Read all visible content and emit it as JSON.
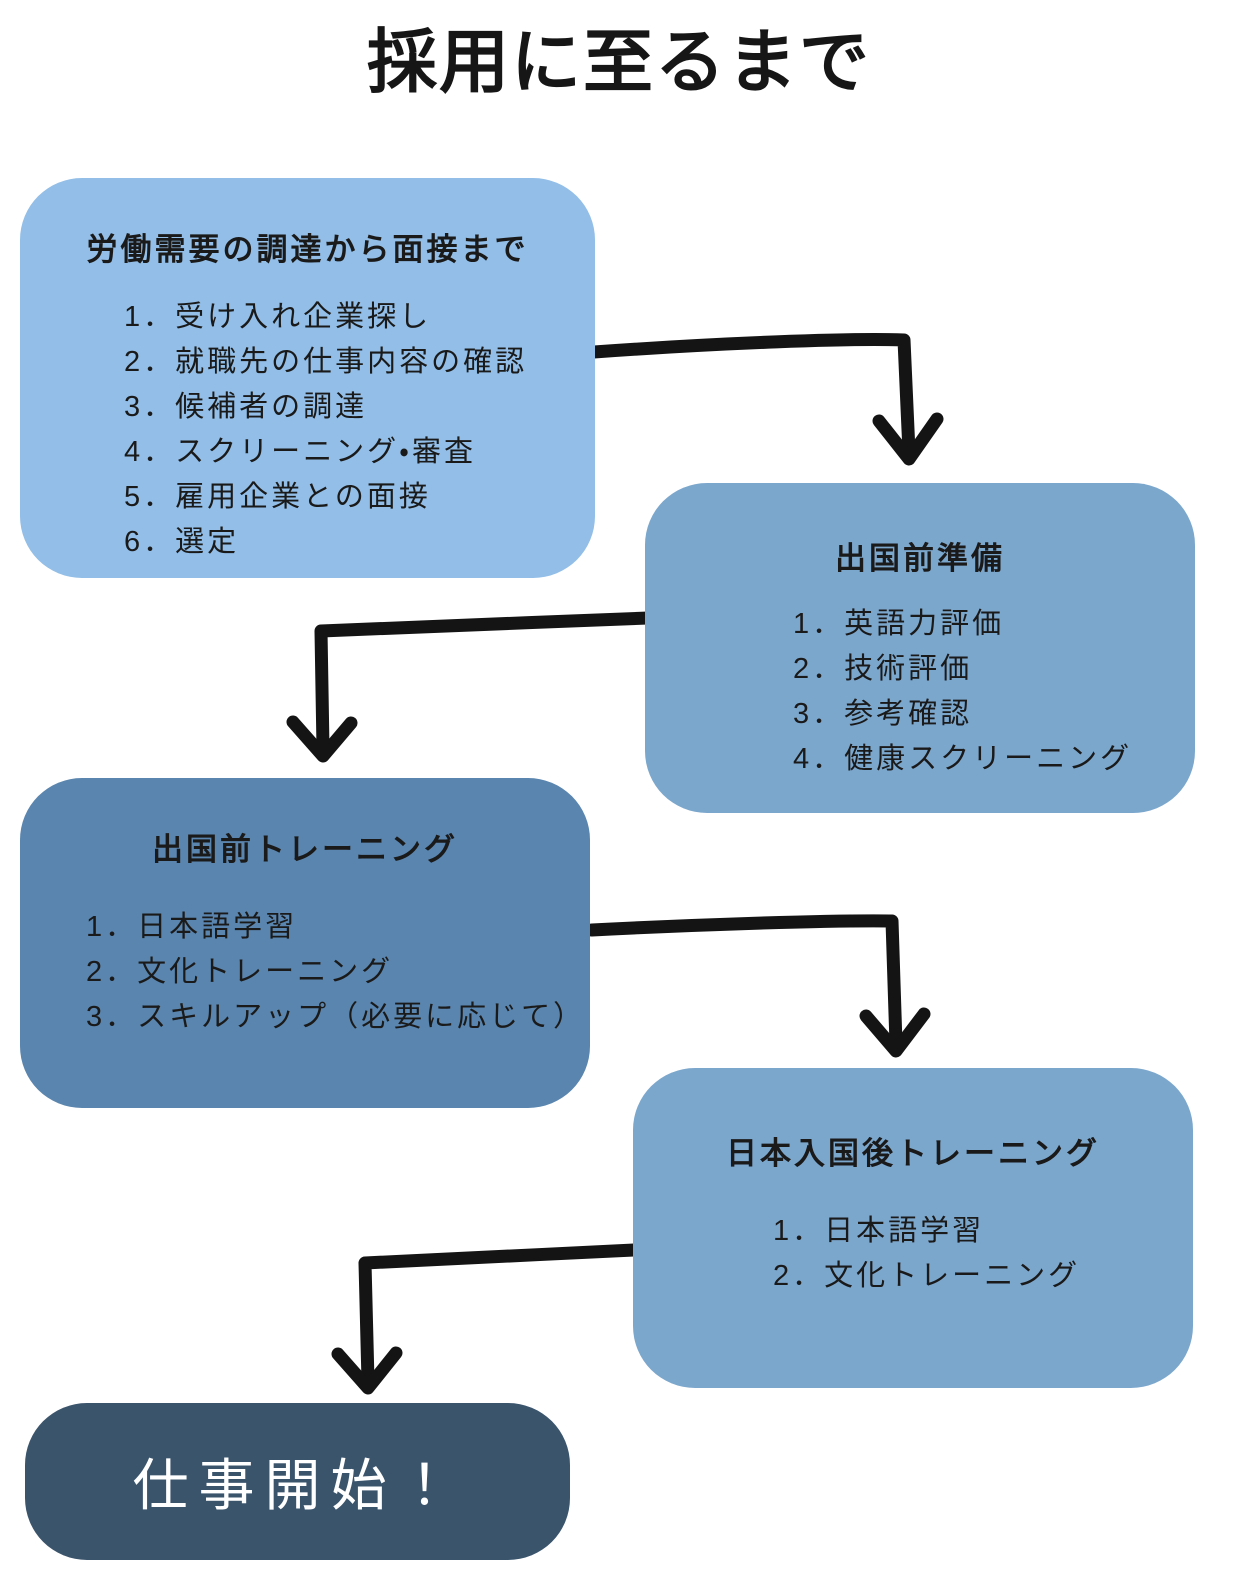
{
  "page": {
    "title": "採用に至るまで"
  },
  "colors": {
    "background": "#ffffff",
    "arrow": "#141414",
    "text_dark": "#1a1a1a",
    "text_light": "#ffffff"
  },
  "flowchart": {
    "boxes": [
      {
        "id": "sourcing-to-interview",
        "title": "労働需要の調達から面接まで",
        "fill": "#92BEE7",
        "items": [
          "1．受け入れ企業探し",
          "2．就職先の仕事内容の確認",
          "3．候補者の調達",
          "4．スクリーニング・審査",
          "5．雇用企業との面接",
          "6．選定"
        ]
      },
      {
        "id": "pre-departure-preparation",
        "title": "出国前準備",
        "fill": "#7CA7CD",
        "items": [
          "1．英語力評価",
          "2．技術評価",
          "3．参考確認",
          "4．健康スクリーニング"
        ]
      },
      {
        "id": "pre-departure-training",
        "title": "出国前トレーニング",
        "fill": "#5A85AE",
        "items": [
          "1．日本語学習",
          "2．文化トレーニング",
          "3．スキルアップ（必要に応じて）"
        ]
      },
      {
        "id": "post-arrival-japan-training",
        "title": "日本入国後トレーニング",
        "fill": "#7CA7CD",
        "items": [
          "1．日本語学習",
          "2．文化トレーニング"
        ]
      },
      {
        "id": "start-work",
        "title": "仕事開始！",
        "fill": "#3A546C",
        "items": []
      }
    ]
  }
}
